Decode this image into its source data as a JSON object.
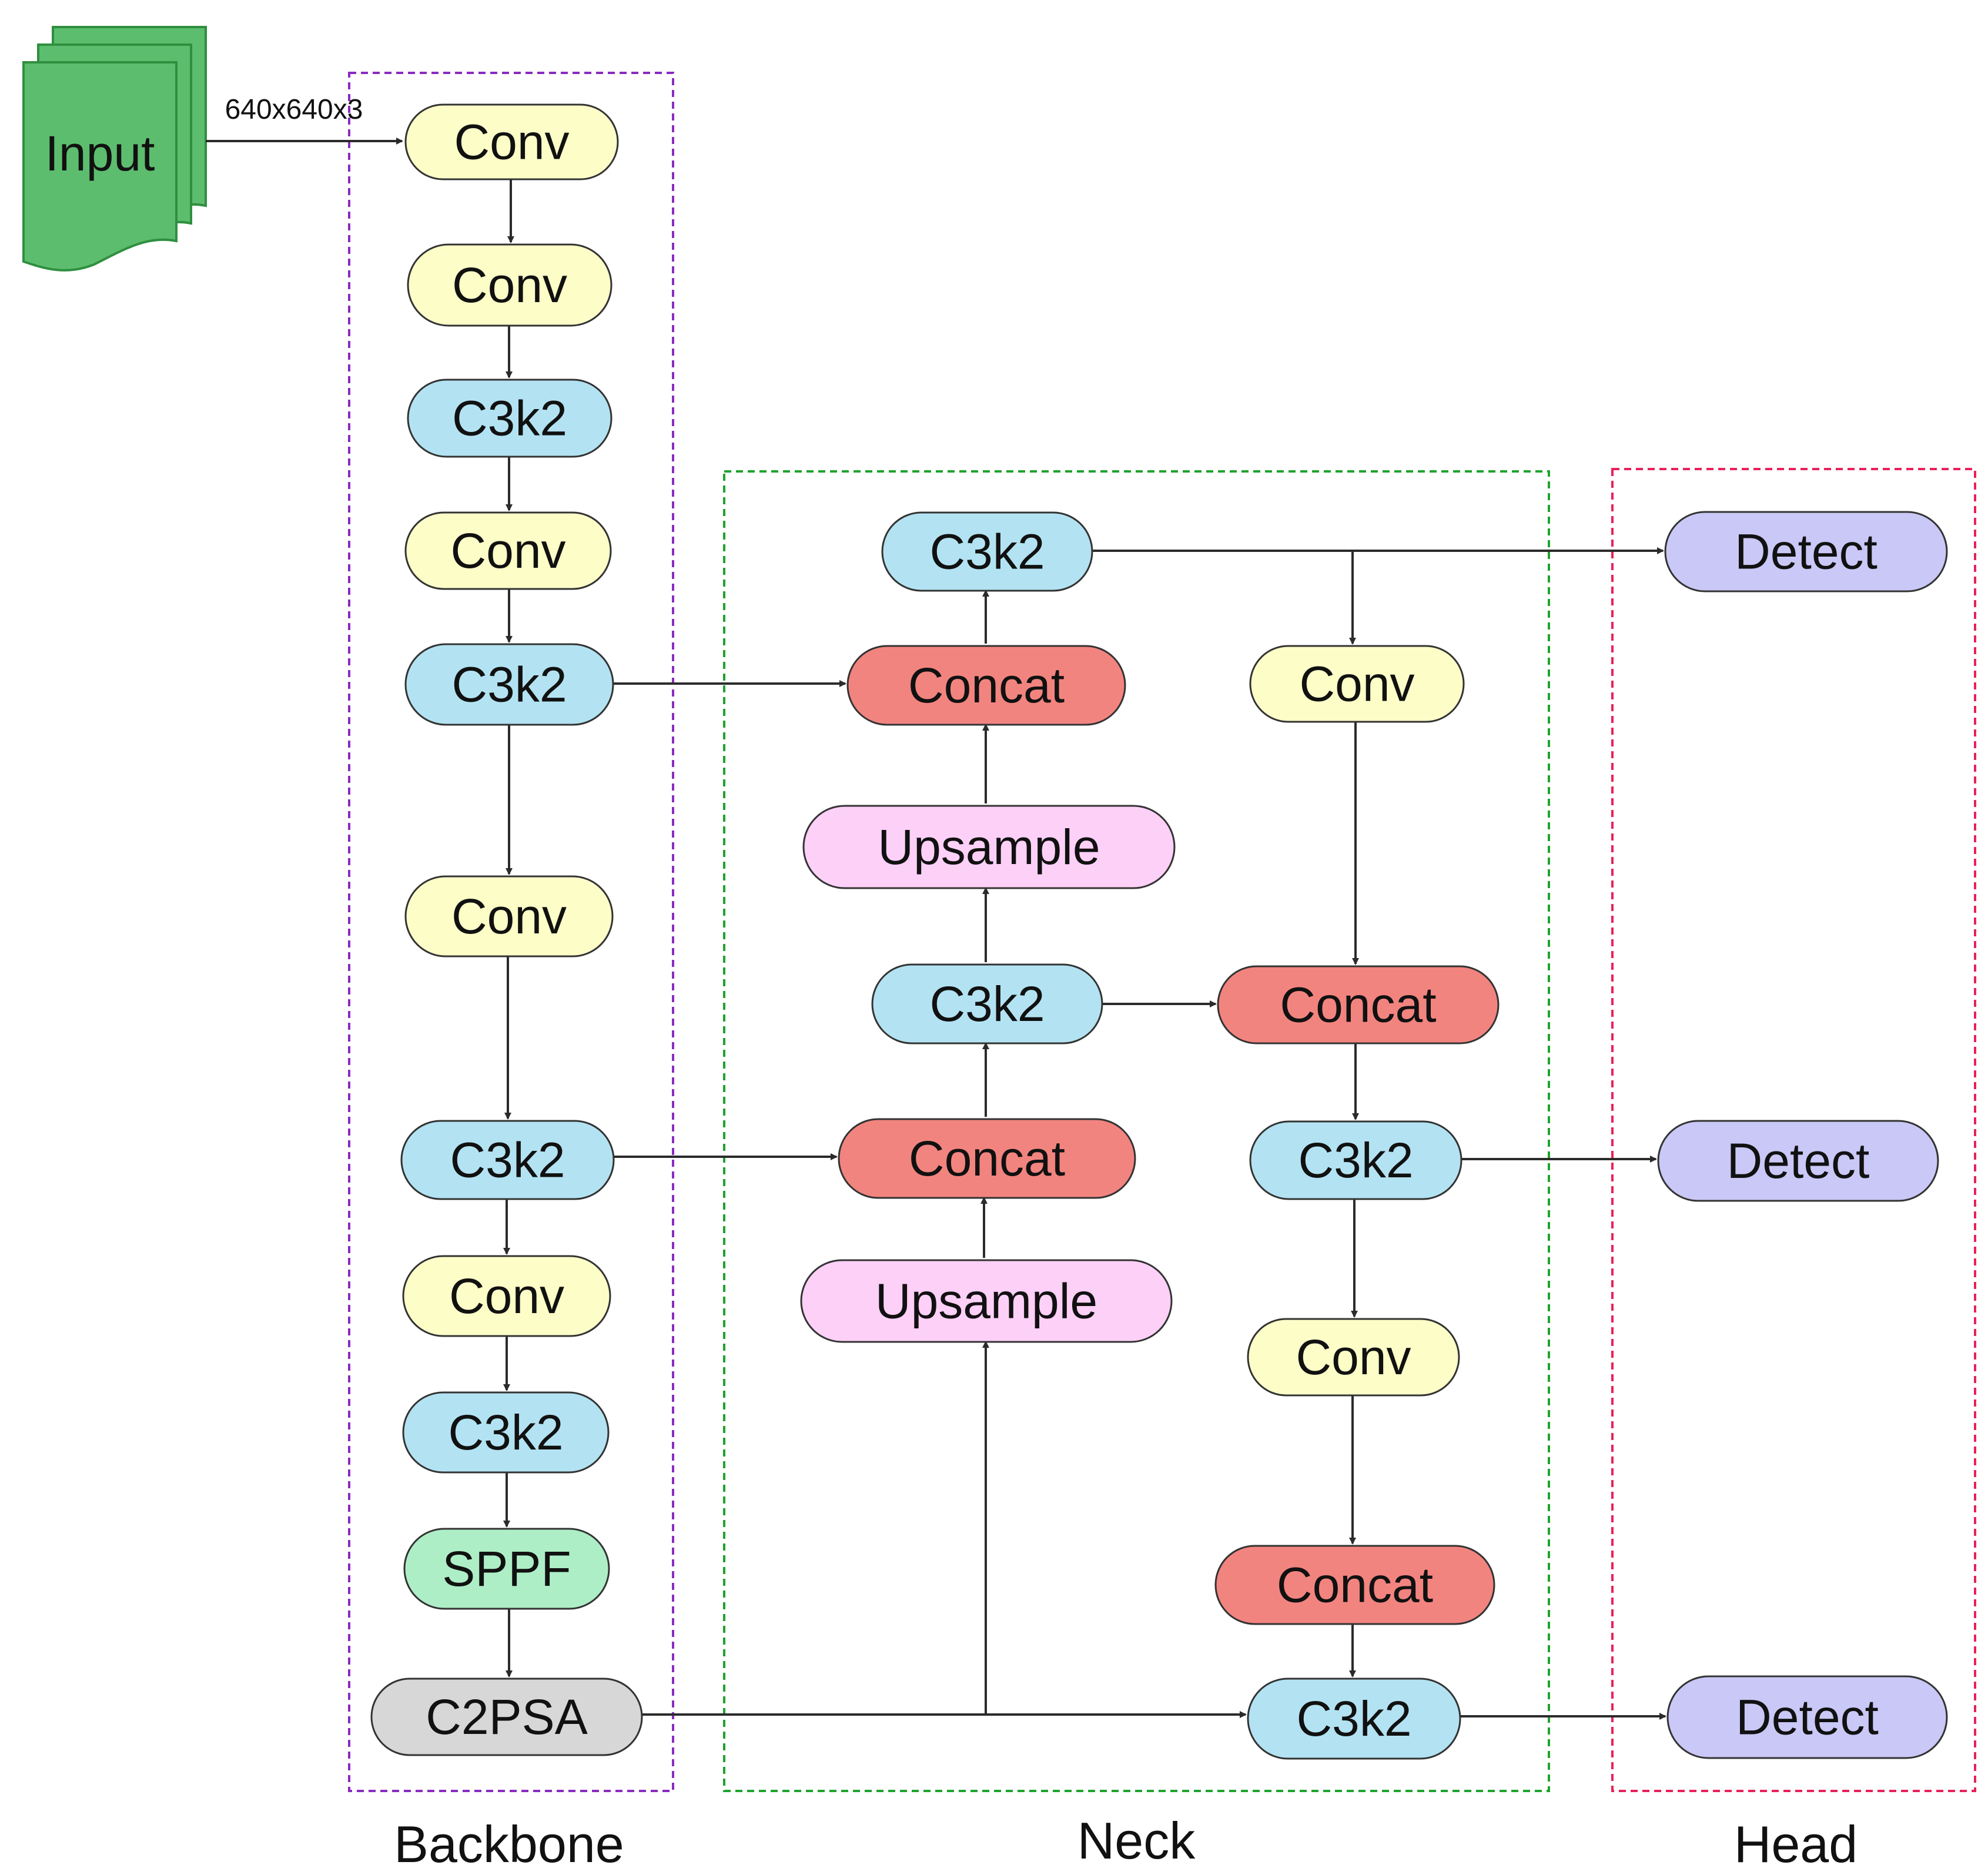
{
  "input": {
    "label": "Input",
    "dims": "640x640x3"
  },
  "sections": {
    "backbone": "Backbone",
    "neck": "Neck",
    "head": "Head"
  },
  "colors": {
    "conv": "#fdfdc8",
    "c3k2": "#b3e3f2",
    "concat": "#f2847f",
    "upsample": "#fdd0f7",
    "detect": "#c9c8f6",
    "sppf": "#aeeec6",
    "c2psa": "#d7d7d7",
    "input": "#5cbd6e",
    "backbone_border": "#8a2bc0",
    "neck_border": "#1fa32e",
    "head_border": "#e8215b"
  },
  "nodes": {
    "bb_conv1": "Conv",
    "bb_conv2": "Conv",
    "bb_c3k2_1": "C3k2",
    "bb_conv3": "Conv",
    "bb_c3k2_2": "C3k2",
    "bb_conv4": "Conv",
    "bb_c3k2_3": "C3k2",
    "bb_conv5": "Conv",
    "bb_c3k2_4": "C3k2",
    "bb_sppf": "SPPF",
    "bb_c2psa": "C2PSA",
    "nk_c3k2_top": "C3k2",
    "nk_concat_1": "Concat",
    "nk_upsample_1": "Upsample",
    "nk_c3k2_mid": "C3k2",
    "nk_concat_2": "Concat",
    "nk_upsample_2": "Upsample",
    "nk_conv_1": "Conv",
    "nk_concat_3": "Concat",
    "nk_c3k2_r1": "C3k2",
    "nk_conv_2": "Conv",
    "nk_concat_4": "Concat",
    "nk_c3k2_r2": "C3k2",
    "hd_detect_1": "Detect",
    "hd_detect_2": "Detect",
    "hd_detect_3": "Detect"
  }
}
